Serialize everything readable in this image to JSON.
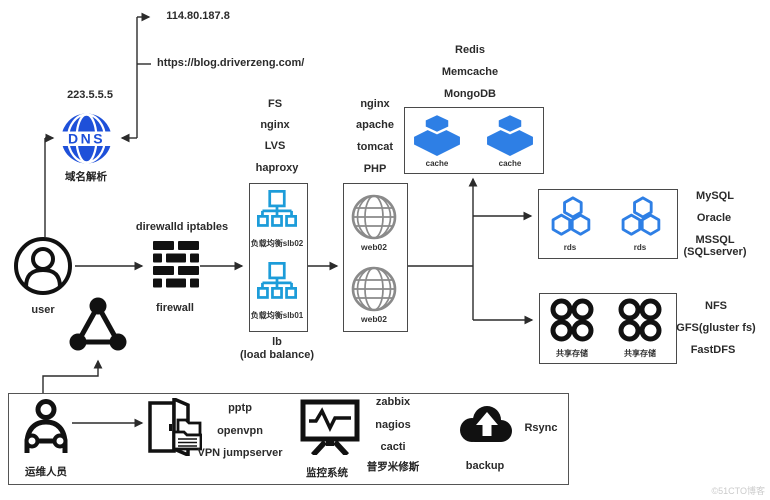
{
  "dns": {
    "ip": "114.80.187.8",
    "url": "https://blog.driverzeng.com/",
    "server_ip": "223.5.5.5",
    "icon_text": "DNS",
    "label": "域名解析"
  },
  "user": {
    "label": "user"
  },
  "firewall": {
    "title": "direwalld iptables",
    "label": "firewall"
  },
  "lb": {
    "stack": [
      "FS",
      "nginx",
      "LVS",
      "haproxy"
    ],
    "node1": "负载均衡slb02",
    "node2": "负载均衡slb01",
    "caption1": "lb",
    "caption2": "(load balance)"
  },
  "web": {
    "stack": [
      "nginx",
      "apache",
      "tomcat",
      "PHP"
    ],
    "node1": "web02",
    "node2": "web02"
  },
  "cache": {
    "stack": [
      "Redis",
      "Memcache",
      "MongoDB"
    ],
    "node1": "cache",
    "node2": "cache"
  },
  "rds": {
    "node1": "rds",
    "node2": "rds",
    "stack": [
      "MySQL",
      "Oracle",
      "MSSQL",
      "(SQLserver)"
    ]
  },
  "storage": {
    "node1": "共享存储",
    "node2": "共享存储",
    "stack": [
      "NFS",
      "GFS(gluster fs)",
      "FastDFS"
    ]
  },
  "ops": {
    "person": "运维人员",
    "vpn": [
      "pptp",
      "openvpn",
      "VPN jumpserver"
    ],
    "monitor": "监控系统",
    "monitoring": [
      "zabbix",
      "nagios",
      "cacti",
      "普罗米修斯"
    ],
    "backup": "backup",
    "rsync": "Rsync"
  },
  "watermark": "©51CTO博客",
  "colors": {
    "dns_blue": "#1E50D9",
    "lb_cyan": "#1C9CD9",
    "node_blue": "#2E7FE5",
    "globe_gray": "#8a8a8a",
    "line_dark": "#2b2b2b"
  }
}
